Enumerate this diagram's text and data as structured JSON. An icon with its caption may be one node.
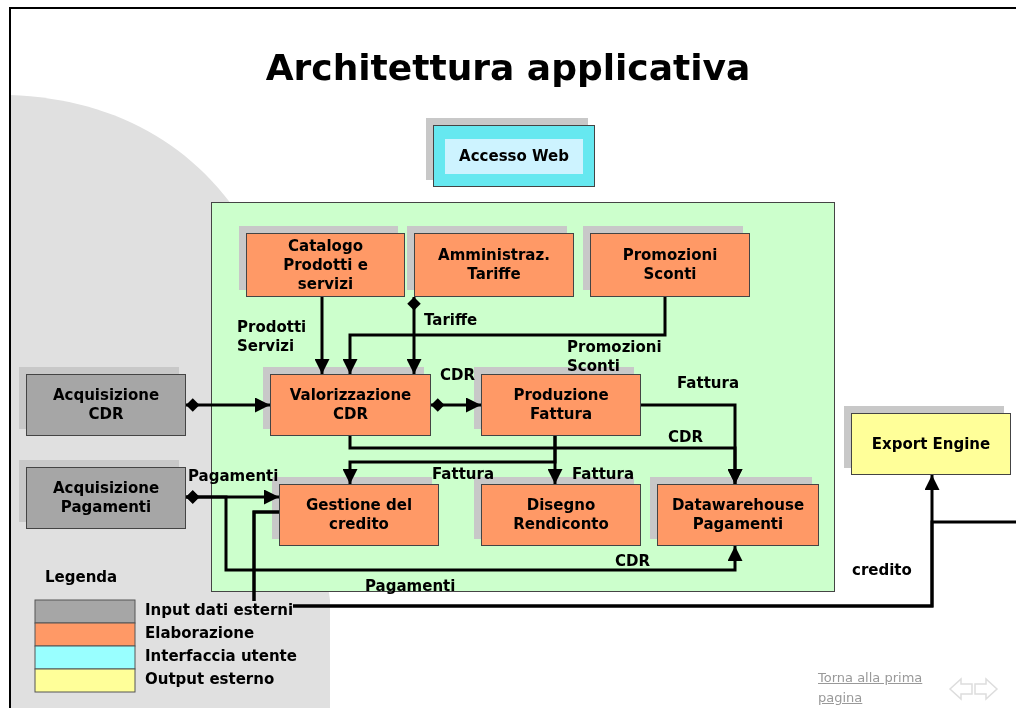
{
  "diagram": {
    "title": "Architettura applicativa",
    "nodes": [
      {
        "text": [
          "Accesso Web"
        ]
      },
      {
        "text": [],
        "shape": "box"
      },
      {
        "text": [
          "Catalogo Prodotti e servizi"
        ],
        "in": 1
      },
      {
        "text": [
          "Amministraz. Tariffe"
        ],
        "in": 1
      },
      {
        "text": [
          "Promozioni Sconti"
        ],
        "in": 1
      },
      {
        "text": [
          "Valorizzazione CDR"
        ],
        "in": 1
      },
      {
        "text": [
          "Produzione Fattura"
        ],
        "in": 1
      },
      {
        "text": [
          "Gestione del credito"
        ],
        "in": 1
      },
      {
        "text": [
          "Disegno Rendiconto"
        ],
        "in": 1
      },
      {
        "text": [
          "Datawarehouse Pagamenti"
        ],
        "in": 1
      },
      {
        "text": [
          "Acquisizione CDR"
        ]
      },
      {
        "text": [
          "Acquisizione Pagamenti"
        ]
      },
      {
        "text": [
          "Export Engine"
        ]
      }
    ],
    "edges": [
      {
        "from": 2,
        "to": 5,
        "arrow": "to",
        "label": "Prodotti Servizi"
      },
      {
        "from": 3,
        "to": 5,
        "arrow": "to",
        "label": "Tariffe"
      },
      {
        "from": 4,
        "to": 5,
        "arrow": "to",
        "label": "Promozioni Sconti"
      },
      {
        "from": 10,
        "to": 5,
        "arrow": "to"
      },
      {
        "from": 5,
        "to": 6,
        "arrow": "to",
        "label": "CDR"
      },
      {
        "from": 6,
        "to": 9,
        "arrow": "to",
        "label": "Fattura"
      },
      {
        "from": 5,
        "to": 9,
        "arrow": "to",
        "label": "CDR"
      },
      {
        "from": 6,
        "to": 7,
        "arrow": "to",
        "label": "Fattura"
      },
      {
        "from": 6,
        "to": 8,
        "arrow": "to",
        "label": "Fattura"
      },
      {
        "from": 11,
        "to": 7,
        "arrow": "to",
        "label": "Pagamenti"
      },
      {
        "from": 11,
        "to": 9,
        "arrow": "to",
        "label": "Pagamenti"
      },
      {
        "from": 7,
        "to": 12,
        "arrow": "to",
        "label": "credito"
      },
      {
        "from": 7,
        "to": null,
        "arrow": "none"
      }
    ],
    "labels": [
      "CDR",
      "Legenda",
      "Torna alla prima pagina"
    ],
    "legend": [
      {
        "text": "Input dati esterni",
        "color": "#a6a6a6"
      },
      {
        "text": "Elaborazione",
        "color": "#ff9966"
      },
      {
        "text": "Interfaccia utente",
        "color": "#99ffff"
      },
      {
        "text": "Output esterno",
        "color": "#ffff99"
      }
    ]
  }
}
